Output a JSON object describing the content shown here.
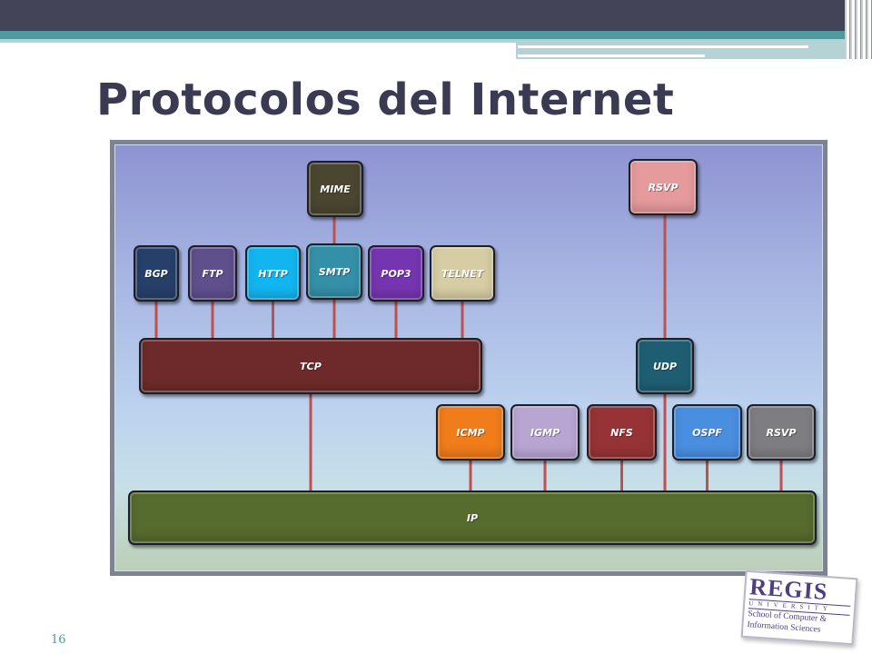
{
  "slide": {
    "title": "Protocolos del Internet",
    "page_number": "16"
  },
  "logo": {
    "name": "REGIS",
    "subtitle": "UNIVERSITY",
    "line1": "School of Computer &",
    "line2": "Information Sciences"
  },
  "diagram": {
    "line_color": "#c0504d",
    "nodes": [
      {
        "id": "mime",
        "label": "MIME",
        "color": "#4a4630"
      },
      {
        "id": "rsvp-top",
        "label": "RSVP",
        "color": "#e59a9b"
      },
      {
        "id": "bgp",
        "label": "BGP",
        "color": "#27406a"
      },
      {
        "id": "ftp",
        "label": "FTP",
        "color": "#5f4f8d"
      },
      {
        "id": "http",
        "label": "HTTP",
        "color": "#13b5f0"
      },
      {
        "id": "smtp",
        "label": "SMTP",
        "color": "#3490a8"
      },
      {
        "id": "pop3",
        "label": "POP3",
        "color": "#7535b0"
      },
      {
        "id": "telnet",
        "label": "TELNET",
        "color": "#d7cda4"
      },
      {
        "id": "tcp",
        "label": "TCP",
        "color": "#6e2a2a"
      },
      {
        "id": "udp",
        "label": "UDP",
        "color": "#1f5e72"
      },
      {
        "id": "icmp",
        "label": "ICMP",
        "color": "#f07c1a"
      },
      {
        "id": "igmp",
        "label": "IGMP",
        "color": "#b9a5d2"
      },
      {
        "id": "nfs",
        "label": "NFS",
        "color": "#963336"
      },
      {
        "id": "ospf",
        "label": "OSPF",
        "color": "#4a8ee0"
      },
      {
        "id": "rsvp-low",
        "label": "RSVP",
        "color": "#7e7e82"
      },
      {
        "id": "ip",
        "label": "IP",
        "color": "#566b2e"
      }
    ]
  }
}
